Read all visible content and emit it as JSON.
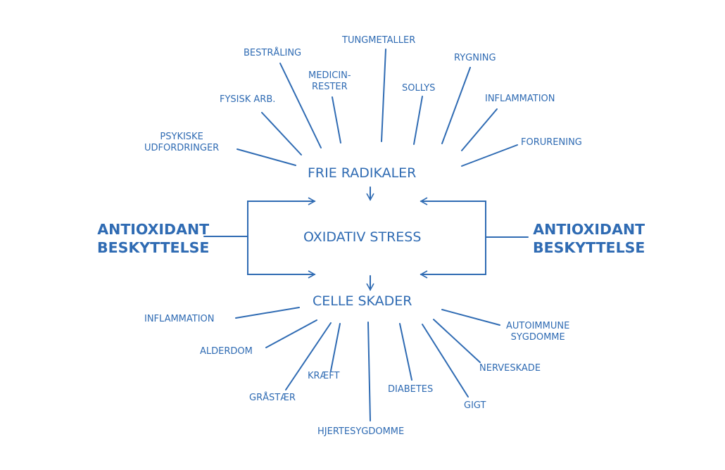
{
  "colors": {
    "primary": "#2f6bb3"
  },
  "center": {
    "free_radicals": "FRIE RADIKALER",
    "oxidative_stress": "OXIDATIV STRESS",
    "cell_damage": "CELLE SKADER"
  },
  "protection": {
    "left": [
      "ANTIOXIDANT",
      "BESKYTTELSE"
    ],
    "right": [
      "ANTIOXIDANT",
      "BESKYTTELSE"
    ]
  },
  "causes": [
    [
      "PSYKISKE",
      "UDFORDRINGER"
    ],
    [
      "FYSISK ARB."
    ],
    [
      "BESTRÅLING"
    ],
    [
      "MEDICIN-",
      "RESTER"
    ],
    [
      "TUNGMETALLER"
    ],
    [
      "SOLLYS"
    ],
    [
      "RYGNING"
    ],
    [
      "INFLAMMATION"
    ],
    [
      "FORURENING"
    ]
  ],
  "effects": [
    [
      "INFLAMMATION"
    ],
    [
      "ALDERDOM"
    ],
    [
      "GRÅSTÆR"
    ],
    [
      "KRÆFT"
    ],
    [
      "HJERTESYGDOMME"
    ],
    [
      "DIABETES"
    ],
    [
      "GIGT"
    ],
    [
      "NERVESKADE"
    ],
    [
      "AUTOIMMUNE",
      "SYGDOMME"
    ]
  ]
}
